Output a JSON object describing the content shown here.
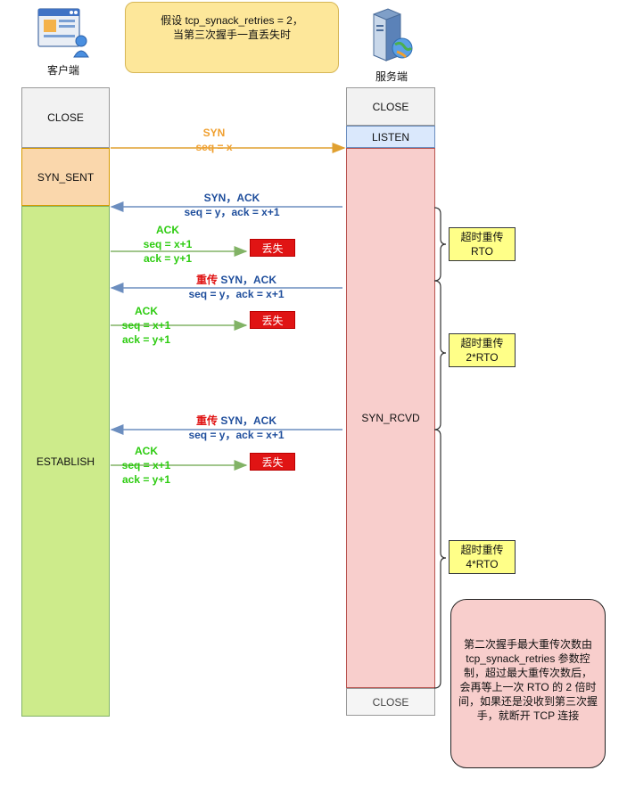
{
  "note_top": {
    "line1": "假设 tcp_synack_retries = 2，",
    "line2": "当第三次握手一直丢失时"
  },
  "client": {
    "label": "客户端"
  },
  "server": {
    "label": "服务端"
  },
  "client_states": {
    "close": "CLOSE",
    "syn_sent": "SYN_SENT",
    "establish": "ESTABLISH"
  },
  "server_states": {
    "close_top": "CLOSE",
    "listen": "LISTEN",
    "syn_rcvd": "SYN_RCVD",
    "close_bottom": "CLOSE"
  },
  "messages": {
    "syn": {
      "name": "SYN",
      "seq": "seq = x"
    },
    "synack1": {
      "name": "SYN，ACK",
      "seq": "seq = y，ack = x+1"
    },
    "ack1": {
      "name": "ACK",
      "seq": "seq = x+1",
      "ack": "ack = y+1"
    },
    "synack2": {
      "prefix": "重传",
      "name": " SYN，ACK",
      "seq": "seq = y，ack = x+1"
    },
    "ack2": {
      "name": "ACK",
      "seq": "seq = x+1",
      "ack": "ack = y+1"
    },
    "synack3": {
      "prefix": "重传",
      "name": " SYN，ACK",
      "seq": "seq = y，ack = x+1"
    },
    "ack3": {
      "name": "ACK",
      "seq": "seq = x+1",
      "ack": "ack = y+1"
    }
  },
  "lost_label": "丢失",
  "timeouts": {
    "t1": {
      "line1": "超时重传",
      "line2": "RTO"
    },
    "t2": {
      "line1": "超时重传",
      "line2": "2*RTO"
    },
    "t3": {
      "line1": "超时重传",
      "line2": "4*RTO"
    }
  },
  "note_bottom": {
    "line1": "第二次握手最大重传次数由",
    "line2": "tcp_synack_retries 参数控",
    "line3": "制，超过最大重传次数后，",
    "line4": "会再等上一次 RTO 的 2 倍时",
    "line5": "间，如果还是没收到第三次握",
    "line6": "手，就断开 TCP 连接"
  },
  "colors": {
    "orange": "#f0a030",
    "blue": "#1f4e9c",
    "green": "#2ecc11",
    "red": "#e01414",
    "client_close": "#f2f2f2",
    "syn_sent": "#fad7ac",
    "establish": "#cdeb8b",
    "listen": "#dae8fc",
    "syn_rcvd": "#f8cecc"
  }
}
